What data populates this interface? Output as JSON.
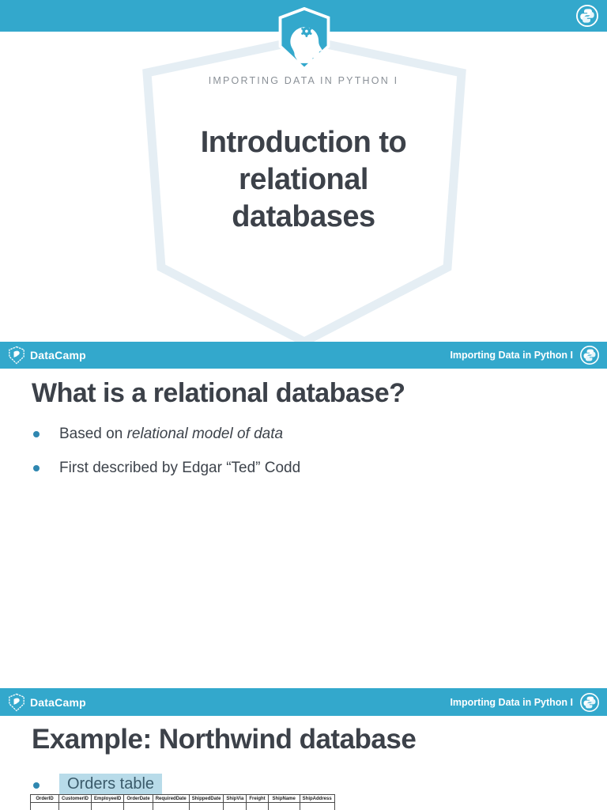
{
  "colors": {
    "accent": "#33a8cc",
    "hexagon_outline": "#e5eef4",
    "heading_text": "#3c4149",
    "body_text": "#3d434b",
    "bullet_dot": "#2f87b0",
    "highlight_bg": "#b8dbe9",
    "highlight_text": "#3a5a6a"
  },
  "title_slide": {
    "kicker": "IMPORTING DATA IN PYTHON I",
    "title_line1": "Introduction to",
    "title_line2": "relational",
    "title_line3": "databases"
  },
  "slide_header": {
    "brand": "DataCamp",
    "course": "Importing Data in Python I"
  },
  "slide2": {
    "heading": "What is a relational database?",
    "bullet1_text": "Based on ",
    "bullet1_italic": "relational model of data",
    "bullet2_text": "First described by Edgar “Ted” Codd"
  },
  "slide3": {
    "heading": "Example: Northwind database",
    "bullet_highlight": "Orders table",
    "table_headers": [
      "OrderID",
      "CustomerID",
      "EmployeeID",
      "OrderDate",
      "RequiredDate",
      "ShippedDate",
      "ShipVia",
      "Freight",
      "ShipName",
      "ShipAddress"
    ]
  }
}
